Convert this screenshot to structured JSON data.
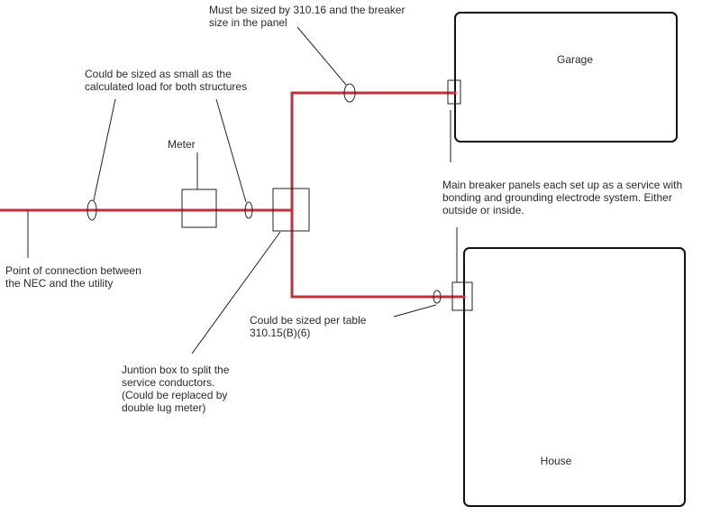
{
  "diagram": {
    "structures": {
      "garage": "Garage",
      "house": "House"
    },
    "labels": {
      "meter": "Meter",
      "top_conductor": [
        "Must be sized by 310.16 and the breaker",
        "size in the panel"
      ],
      "service_conductor": [
        "Could be sized as small as the",
        "calculated load for both structures"
      ],
      "main_breaker": [
        "Main breaker panels each set up as a service with",
        "bonding and grounding electrode system. Either",
        "outside or inside."
      ],
      "point_of_connection": [
        "Point of connection between",
        "the NEC and the utility"
      ],
      "house_conductor": [
        "Could be sized per table",
        "310.15(B)(6)"
      ],
      "junction_box": [
        "Juntion box to split the",
        "service conductors.",
        "(Could be replaced by",
        "double lug meter)"
      ]
    },
    "colors": {
      "conductor": "#c0303a",
      "outline": "#111111",
      "text": "#2a2a2a"
    }
  }
}
